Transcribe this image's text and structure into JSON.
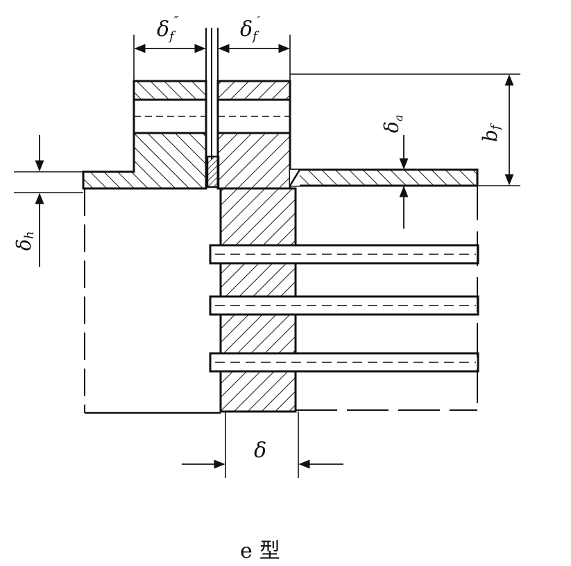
{
  "colors": {
    "ink": "#111111",
    "paper": "#ffffff"
  },
  "labels": {
    "delta_f_double_prime": {
      "base": "δ",
      "sub": "f",
      "mark": "″"
    },
    "delta_f_prime": {
      "base": "δ",
      "sub": "f",
      "mark": "′"
    },
    "delta_a": {
      "base": "δ",
      "sub": "a"
    },
    "b_f": {
      "base": "b",
      "sub": "f"
    },
    "delta_h": {
      "base": "δ",
      "sub": "h"
    },
    "delta": {
      "base": "δ"
    }
  },
  "caption": {
    "letter": "e",
    "word": "型"
  }
}
